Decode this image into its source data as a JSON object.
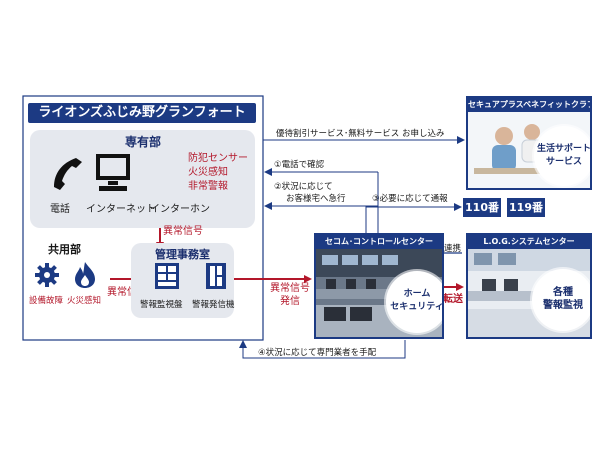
{
  "mansion": {
    "title": "ライオンズふじみ野グランフォート",
    "private_section": "専有部",
    "phone": "電話",
    "internet": "インターネット",
    "intercom": "インターホン",
    "alarms": [
      "防犯センサー",
      "火災感知",
      "非常警報"
    ],
    "shared_section": "共用部",
    "equipment_failure": "設備故障",
    "fire_detection": "火災感知",
    "abnormal_signal_left": "異常信号",
    "abnormal_signal_top": "異常信号",
    "office": "管理事務室",
    "alarm_panel": "警報監視盤",
    "alarm_transmitter": "警報発信機",
    "abnormal_signal_out_1": "異常信号",
    "abnormal_signal_out_2": "発信"
  },
  "flows": {
    "benefit": "優待割引サービス･無料サービス お申し込み",
    "step1": "①電話で確認",
    "step2_line1": "②状況に応じて",
    "step2_line2": "お客様宅へ急行",
    "step3": "③必要に応じて通報",
    "step4": "④状況に応じて専門業者を手配",
    "liaison": "連携",
    "transfer": "転送"
  },
  "secom": {
    "header": "セコム･コントロールセンター",
    "home_1": "ホーム",
    "home_2": "セキュリティ"
  },
  "log": {
    "header": "L.O.G.システムセンター",
    "label_1": "各種",
    "label_2": "警報監視"
  },
  "club": {
    "header": "セキュアプラスベネフィットクラブ",
    "label_1": "生活サポート",
    "label_2": "サービス"
  },
  "emergency": {
    "police": "110番",
    "fire": "119番"
  },
  "colors": {
    "navy": "#1c3a83",
    "red": "#b3172a",
    "panel": "#e5e8ee"
  }
}
